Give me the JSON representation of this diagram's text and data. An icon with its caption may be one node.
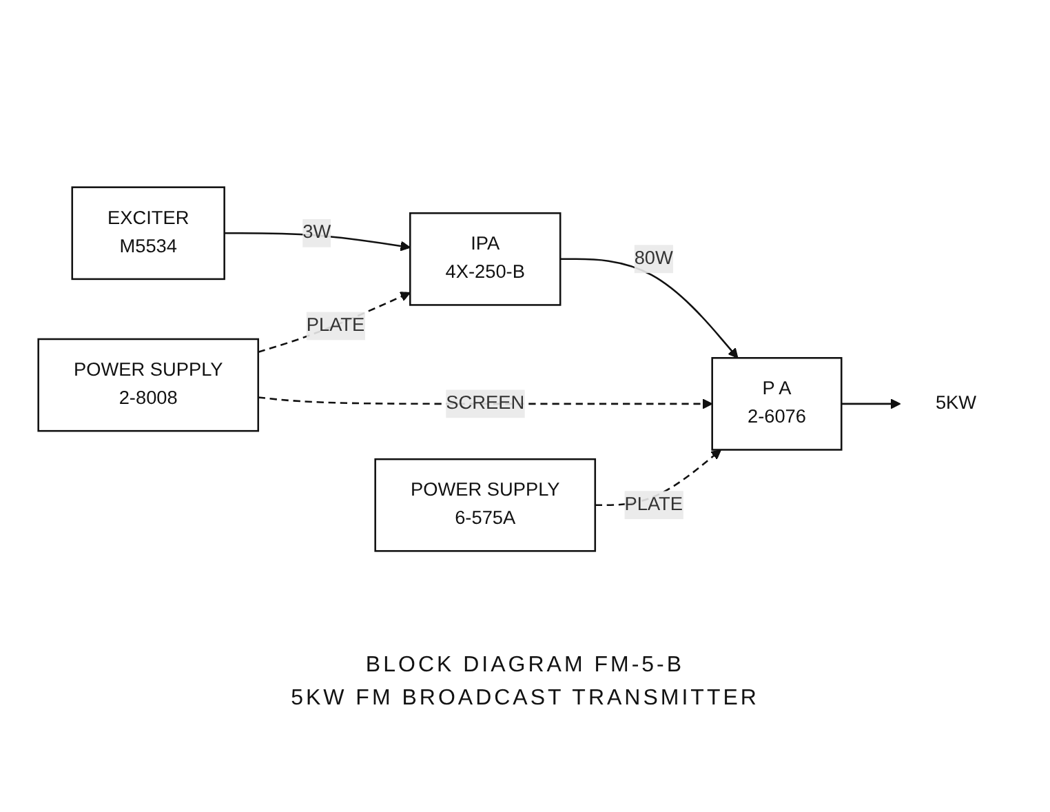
{
  "diagram": {
    "nodes": [
      {
        "text": [
          "EXCITER",
          "M5534"
        ]
      },
      {
        "text": [
          "IPA",
          "4X-250-B"
        ]
      },
      {
        "text": [
          "P A",
          "2-6076"
        ]
      },
      {
        "text": [
          "POWER SUPPLY",
          "2-8008"
        ]
      },
      {
        "text": [
          "POWER SUPPLY",
          "6-575A"
        ]
      },
      {
        "text": [
          "5KW"
        ]
      }
    ],
    "edges": [
      {
        "from": 0,
        "to": 1,
        "arrow": "to",
        "label": "3W"
      },
      {
        "from": 1,
        "to": 2,
        "arrow": "to",
        "label": "80W"
      },
      {
        "from": 3,
        "to": 1,
        "arrow": "to",
        "label": "PLATE",
        "style": "dashed"
      },
      {
        "from": 3,
        "to": 2,
        "arrow": "to",
        "label": "SCREEN",
        "style": "dashed"
      },
      {
        "from": 4,
        "to": 2,
        "arrow": "to",
        "label": "PLATE",
        "style": "dashed"
      },
      {
        "from": 2,
        "to": 5,
        "arrow": "to"
      }
    ],
    "labels": [
      "BLOCK DIAGRAM FM-5-B",
      "5KW FM BROADCAST TRANSMITTER"
    ]
  }
}
